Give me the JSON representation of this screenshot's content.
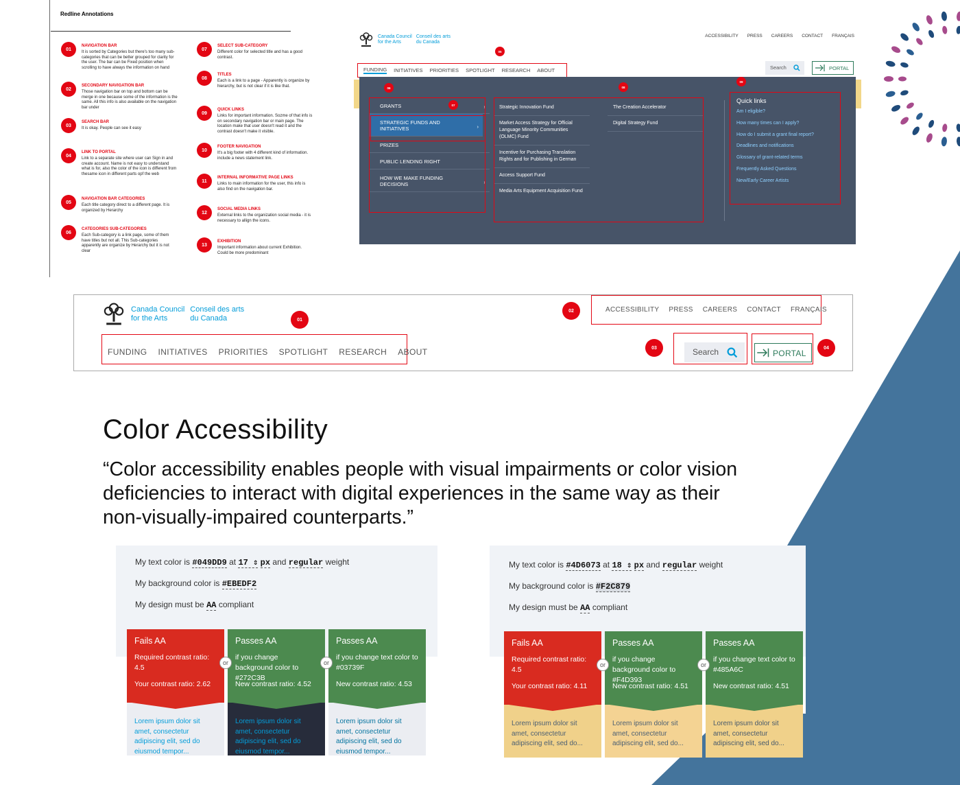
{
  "annotations": {
    "title": "Redline Annotations",
    "items": [
      {
        "num": "01",
        "head": "NAVIGATION BAR",
        "body": "It is sorted by Categories but there's too many sub-categories that can be better grouped for clarity for the user. The bar can be Fixed position when scrolling to have always the information on hand"
      },
      {
        "num": "02",
        "head": "SECONDARY NAVIGATION  BAR",
        "body": "Those navigation bar on top and bottom can be merge in one because some of the information is the same. All this info is also available on the navigation bar under"
      },
      {
        "num": "03",
        "head": "SEARCH BAR",
        "body": "It is okay. People can see it easy"
      },
      {
        "num": "04",
        "head": "LINK TO  PORTAL",
        "body": "Link to a separate site where user can Sign in and create account. Name is not easy to understand what is for, also the color of the icon is different from thesame icon in different parts opf the web"
      },
      {
        "num": "05",
        "head": "NAVIGATION BAR CATEGORIES",
        "body": "Each title category direct to a different page. It is organized by Herarchy"
      },
      {
        "num": "06",
        "head": "CATEGORIES SUB-CATEGORIES",
        "body": "Each Sub-category is a link page, some of them have  titles but not all. This Sub-categories apparently are organize by Herarchy but it is not clear"
      },
      {
        "num": "07",
        "head": "SELECT SUB-CATEGORY",
        "body": "Different color for selected title and has a good contrast."
      },
      {
        "num": "08",
        "head": "TITLES",
        "body": "Each is a link to a page - Apparently is organize by hierarchy, but is not clear if it is like that."
      },
      {
        "num": "09",
        "head": "QUICK LINKS",
        "body": "Links for important information. Sozme of that info is on secondary navigation bar or main page. The location make that user doesn't read it and the contrast doesn't make it visible."
      },
      {
        "num": "10",
        "head": "FOOTER NAVIGATION",
        "body": "It's a big footer with 4 different kind of information. include a news statement link."
      },
      {
        "num": "11",
        "head": "INTERNAL INFORMATIVE PAGE LINKS",
        "body": "Links to main information for the user, this info is also find on the navigation bar."
      },
      {
        "num": "12",
        "head": "SOCIAL MEDIA LINKS",
        "body": "External links to the organization social media - it is necessary to allign the icons."
      },
      {
        "num": "13",
        "head": "Exhibition",
        "body": "Important information about current Exhibition. Could be more predominant"
      }
    ]
  },
  "logo": {
    "en1": "Canada Council",
    "en2": "for the Arts",
    "fr1": "Conseil des arts",
    "fr2": "du Canada"
  },
  "utility_nav": [
    "ACCESSIBILITY",
    "PRESS",
    "CAREERS",
    "CONTACT",
    "FRANÇAIS"
  ],
  "main_nav": [
    "FUNDING",
    "INITIATIVES",
    "PRIORITIES",
    "SPOTLIGHT",
    "RESEARCH",
    "ABOUT"
  ],
  "search_label": "Search",
  "portal_label": "PORTAL",
  "mega_menu": {
    "categories": [
      "GRANTS",
      "STRATEGIC FUNDS AND INITIATIVES",
      "PRIZES",
      "PUBLIC LENDING RIGHT",
      "HOW WE MAKE FUNDING DECISIONS"
    ],
    "col2": [
      "Strategic Innovation Fund",
      "Market Access Strategy for Official Language Minority Communities (OLMC) Fund",
      "Incentive for Purchasing Translation Rights and for Publishing in German",
      "Access Support Fund",
      "Media Arts Equipment Acquisition Fund"
    ],
    "col3": [
      "The Creation Accelerator",
      "Digital Strategy Fund"
    ],
    "quick_links_title": "Quick links",
    "quick_links": [
      "Am I eligible?",
      "How many times can I apply?",
      "How do I submit a grant final report?",
      "Deadlines and notifications",
      "Glossary of grant-related terms",
      "Frequently Asked Questions",
      "New/Early Career Artists"
    ]
  },
  "markers": {
    "m01": "01",
    "m02": "02",
    "m03": "03",
    "m04": "04",
    "m05": "05",
    "m06": "06",
    "m07": "07",
    "m08": "08",
    "m09": "09"
  },
  "color_accessibility": {
    "title": "Color Accessibility",
    "quote": "“Color accessibility enables people with visual impairments or color vision deficiencies to interact with digital experiences in the same way as their non-visually-impaired counterparts.”",
    "or_label": "or",
    "panels": [
      {
        "text_color": "#049DD9",
        "size": "17",
        "unit": "px",
        "weight": "regular",
        "bg": "#EBEDF2",
        "level": "AA",
        "l1a": "My text color is",
        "l1b": "at",
        "l1c": "and",
        "l1d": "weight",
        "l2": "My background color is",
        "l3a": "My design must be",
        "l3b": "compliant",
        "cards": [
          {
            "head": "Fails AA",
            "line1": "Required contrast ratio: 4.5",
            "line2": "Your contrast ratio: 2.62",
            "lorem": "Lorem ipsum dolor sit amet, consectetur adipiscing elit, sed do eiusmod tempor..."
          },
          {
            "head": "Passes AA",
            "line1": "if you change background color to #272C3B",
            "line2": "New contrast ratio: 4.52",
            "lorem": "Lorem ipsum dolor sit amet, consectetur adipiscing elit, sed do eiusmod tempor..."
          },
          {
            "head": "Passes AA",
            "line1": "if you change text color to #03739F",
            "line2": "New contrast ratio: 4.53",
            "lorem": "Lorem ipsum dolor sit amet, consectetur adipiscing elit, sed do eiusmod tempor..."
          }
        ]
      },
      {
        "text_color": "#4D6073",
        "size": "18",
        "unit": "px",
        "weight": "regular",
        "bg": "#F2C879",
        "level": "AA",
        "l1a": "My text color is",
        "l1b": "at",
        "l1c": "and",
        "l1d": "weight",
        "l2": "My background color is",
        "l3a": "My design must be",
        "l3b": "compliant",
        "cards": [
          {
            "head": "Fails AA",
            "line1": "Required contrast ratio: 4.5",
            "line2": "Your contrast ratio: 4.11",
            "lorem": "Lorem ipsum dolor sit amet, consectetur adipiscing elit, sed do..."
          },
          {
            "head": "Passes AA",
            "line1": "if you change background color to #F4D393",
            "line2": "New contrast ratio: 4.51",
            "lorem": "Lorem ipsum dolor sit amet, consectetur adipiscing elit, sed do..."
          },
          {
            "head": "Passes AA",
            "line1": "if you change text color to #485A6C",
            "line2": "New contrast ratio: 4.51",
            "lorem": "Lorem ipsum dolor sit amet, consectetur adipiscing elit, sed do..."
          }
        ]
      }
    ]
  },
  "colors": {
    "red": "#E30613",
    "fail": "#D92B20",
    "pass": "#4C8A4F",
    "brand_blue": "#049DD9",
    "decor_blue": "#44749C",
    "menu_bg": "#475468"
  }
}
